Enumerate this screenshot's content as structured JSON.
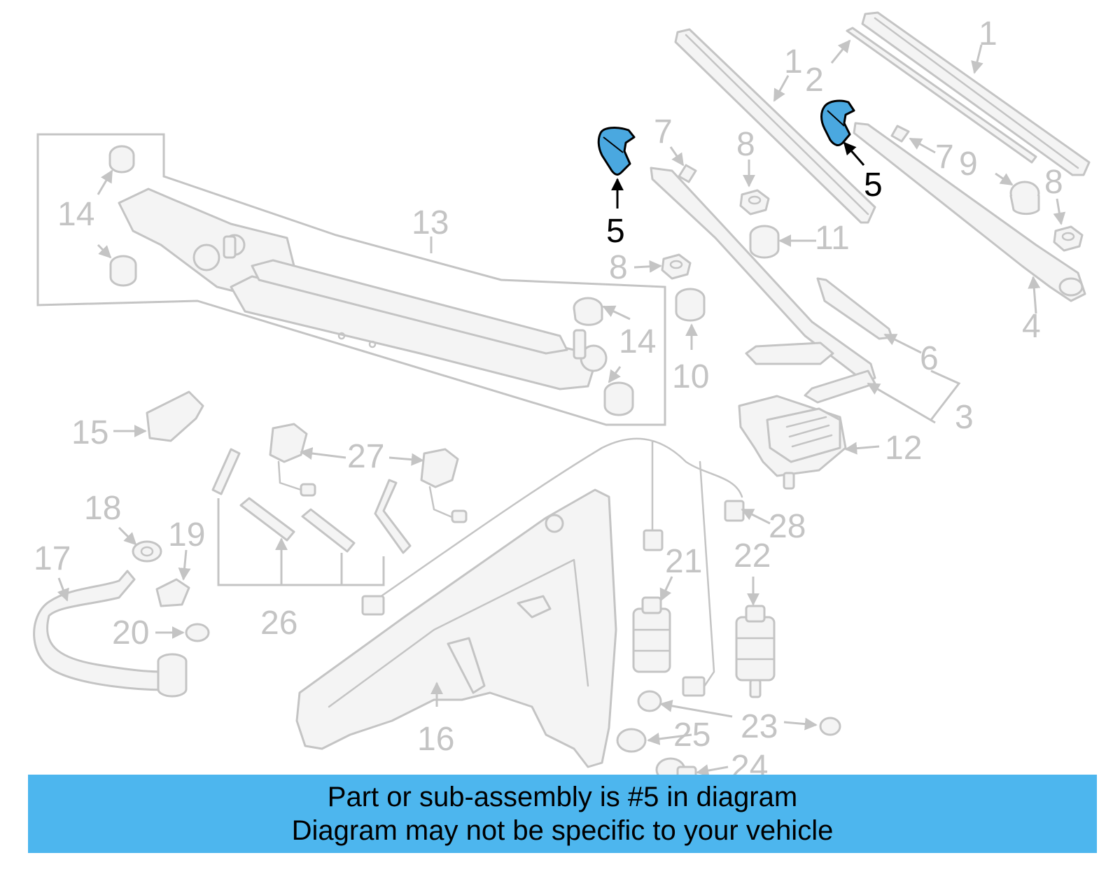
{
  "banner": {
    "line1": "Part or sub-assembly is #5 in diagram",
    "line2": "Diagram may not be specific to your vehicle"
  },
  "highlight_color": "#4aa8e0",
  "banner_color": "#4db6ee",
  "callouts": {
    "c1a": "1",
    "c1b": "1",
    "c2": "2",
    "c3": "3",
    "c4": "4",
    "c5a": "5",
    "c5b": "5",
    "c6": "6",
    "c7a": "7",
    "c7b": "7",
    "c8a": "8",
    "c8b": "8",
    "c8c": "8",
    "c9": "9",
    "c10": "10",
    "c11": "11",
    "c12": "12",
    "c13": "13",
    "c14a": "14",
    "c14b": "14",
    "c15": "15",
    "c16": "16",
    "c17": "17",
    "c18": "18",
    "c19": "19",
    "c20": "20",
    "c21": "21",
    "c22": "22",
    "c23": "23",
    "c24": "24",
    "c25": "25",
    "c26": "26",
    "c27": "27",
    "c28": "28"
  }
}
